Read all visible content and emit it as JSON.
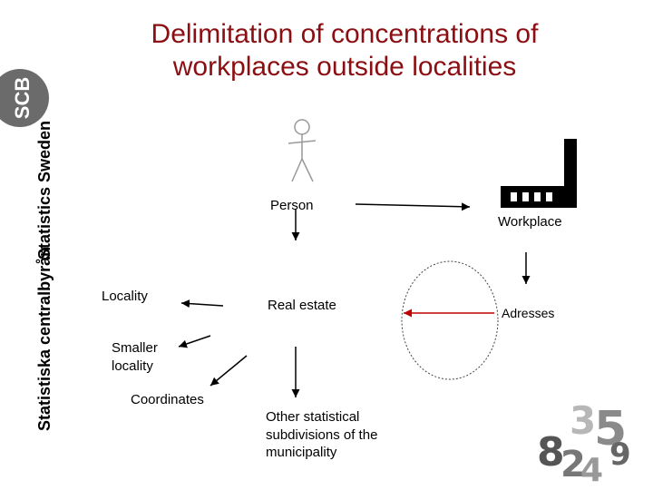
{
  "title": "Delimitation of concentrations of workplaces outside localities",
  "logo": {
    "text": "SCB",
    "org_en": "Statistics Sweden",
    "org_sv": "Statistiska centralbyrån",
    "color": "#6b6b6b"
  },
  "nodes": {
    "person": "Person",
    "workplace": "Workplace",
    "locality": "Locality",
    "real_estate": "Real estate",
    "adresses": "Adresses",
    "smaller_locality": "Smaller locality",
    "coordinates": "Coordinates",
    "other_subdivisions": "Other statistical subdivisions of the municipality"
  },
  "decor_numbers": "8 3 5 2 4 9",
  "colors": {
    "title": "#8b0e12",
    "highlight_arrow": "#c00000"
  }
}
